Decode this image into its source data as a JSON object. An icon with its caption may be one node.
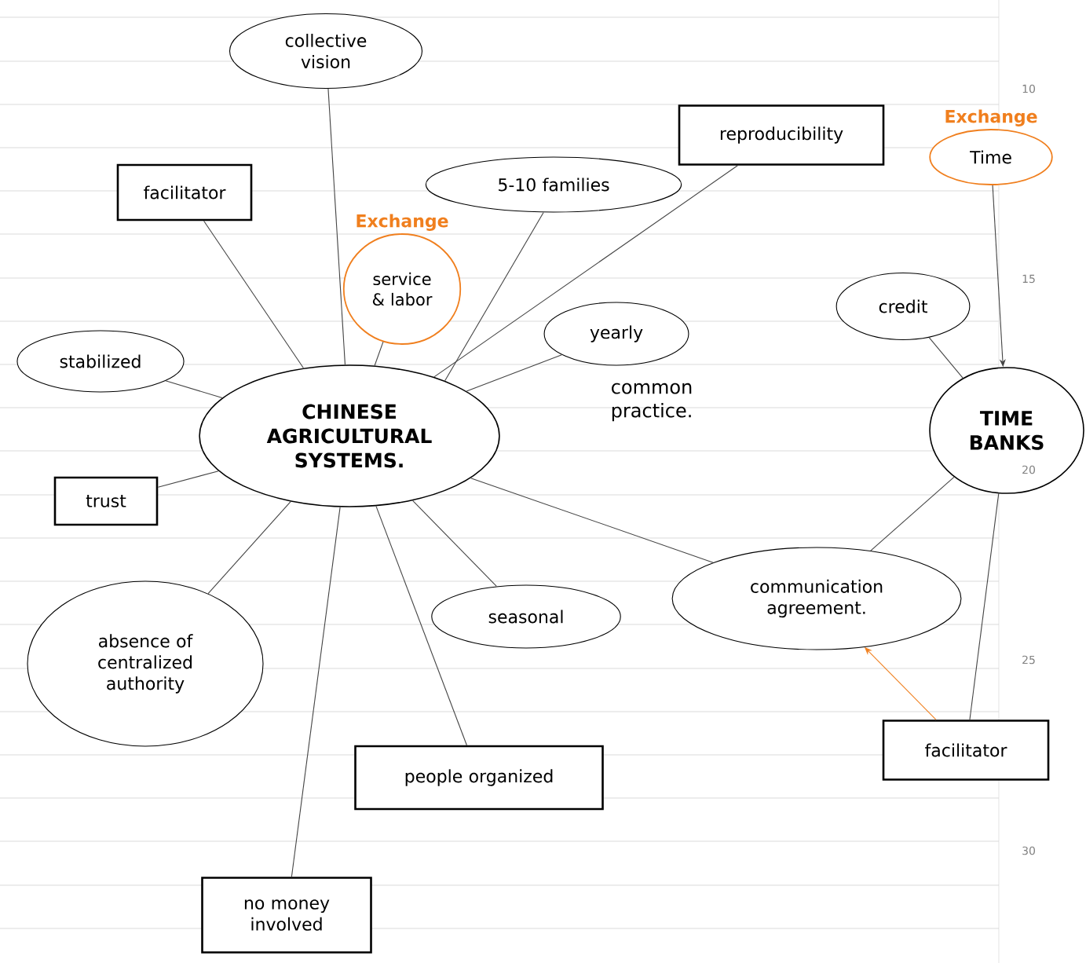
{
  "diagram": {
    "nodes": [
      {
        "text": [
          "CHINESE AGRICULTURAL SYSTEMS."
        ]
      },
      {
        "text": [
          "collective vision"
        ]
      },
      {
        "text": [
          "facilitator"
        ]
      },
      {
        "text": [
          "5-10 families"
        ]
      },
      {
        "text": [
          "service & labor"
        ],
        "beside": [
          "Exchange"
        ]
      },
      {
        "text": [
          "reproducibility"
        ]
      },
      {
        "text": [
          "Time"
        ],
        "beside": [
          "Exchange"
        ]
      },
      {
        "text": [
          "stabilized"
        ]
      },
      {
        "text": [
          "yearly"
        ]
      },
      {
        "text": [
          "credit"
        ]
      },
      {
        "text": [
          "TIME BANKS"
        ]
      },
      {
        "text": [
          "trust"
        ]
      },
      {
        "text": [
          "absence of centralized authority"
        ]
      },
      {
        "text": [
          "seasonal"
        ]
      },
      {
        "text": [
          "communication agreement."
        ]
      },
      {
        "text": [
          "people organized"
        ]
      },
      {
        "text": [
          "facilitator"
        ]
      },
      {
        "text": [
          "no money involved"
        ]
      }
    ],
    "edges": [
      {
        "from": 0,
        "to": 1,
        "arrow": "none"
      },
      {
        "from": 0,
        "to": 2,
        "arrow": "none"
      },
      {
        "from": 0,
        "to": 3,
        "arrow": "none"
      },
      {
        "from": 0,
        "to": 4,
        "arrow": "none"
      },
      {
        "from": 0,
        "to": 5,
        "arrow": "none"
      },
      {
        "from": 0,
        "to": 7,
        "arrow": "none"
      },
      {
        "from": 0,
        "to": 8,
        "arrow": "none"
      },
      {
        "from": 0,
        "to": 11,
        "arrow": "none"
      },
      {
        "from": 0,
        "to": 12,
        "arrow": "none"
      },
      {
        "from": 0,
        "to": 13,
        "arrow": "none"
      },
      {
        "from": 0,
        "to": 14,
        "arrow": "none"
      },
      {
        "from": 0,
        "to": 15,
        "arrow": "none"
      },
      {
        "from": 0,
        "to": 17,
        "arrow": "none"
      },
      {
        "from": 6,
        "to": 10,
        "arrow": "to"
      },
      {
        "from": 9,
        "to": 10,
        "arrow": "none"
      },
      {
        "from": 10,
        "to": 14,
        "arrow": "none"
      },
      {
        "from": 10,
        "to": 16,
        "arrow": "none"
      },
      {
        "from": 16,
        "to": 14,
        "arrow": "to",
        "color": "#f07f1e"
      }
    ],
    "labels": [
      "common practice.",
      "10",
      "15",
      "20",
      "25",
      "30"
    ]
  }
}
